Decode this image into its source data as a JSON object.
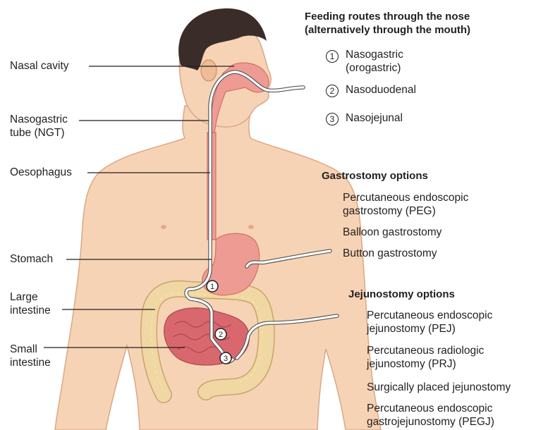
{
  "labels": {
    "nasal_cavity": "Nasal cavity",
    "ngt": "Nasogastric\ntube (NGT)",
    "oesophagus": "Oesophagus",
    "stomach": "Stomach",
    "large_intestine": "Large\nintestine",
    "small_intestine": "Small\nintestine"
  },
  "feeding": {
    "title": "Feeding routes through the nose\n(alternatively through the mouth)",
    "routes": [
      {
        "num": "1",
        "label": "Nasogastric\n(orogastric)"
      },
      {
        "num": "2",
        "label": "Nasoduodenal"
      },
      {
        "num": "3",
        "label": "Nasojejunal"
      }
    ]
  },
  "gastrostomy": {
    "title": "Gastrostomy options",
    "items": [
      "Percutaneous endoscopic\ngastrostomy (PEG)",
      "Balloon gastrostomy",
      "Button gastrostomy"
    ]
  },
  "jejunostomy": {
    "title": "Jejunostomy options",
    "items": [
      "Percutaneous endoscopic\njejunostomy (PEJ)",
      "Percutaneous radiologic\njejunostomy (PRJ)",
      "Surgically placed jejunostomy",
      "Percutaneous endoscopic\ngastrojejunostomy (PEGJ)"
    ]
  },
  "markers": [
    "1",
    "2",
    "3"
  ],
  "colors": {
    "skin": "#f7d3b5",
    "skin_outline": "#d9a888",
    "hair": "#3a2d29",
    "organ": "#ee9b93",
    "organ_outline": "#d0706a",
    "colon": "#f0d7a4",
    "colon_outline": "#c9a46a",
    "small_intestine": "#d9676e",
    "tube": "#ffffff",
    "tube_outline": "#555555",
    "text": "#231f20"
  }
}
